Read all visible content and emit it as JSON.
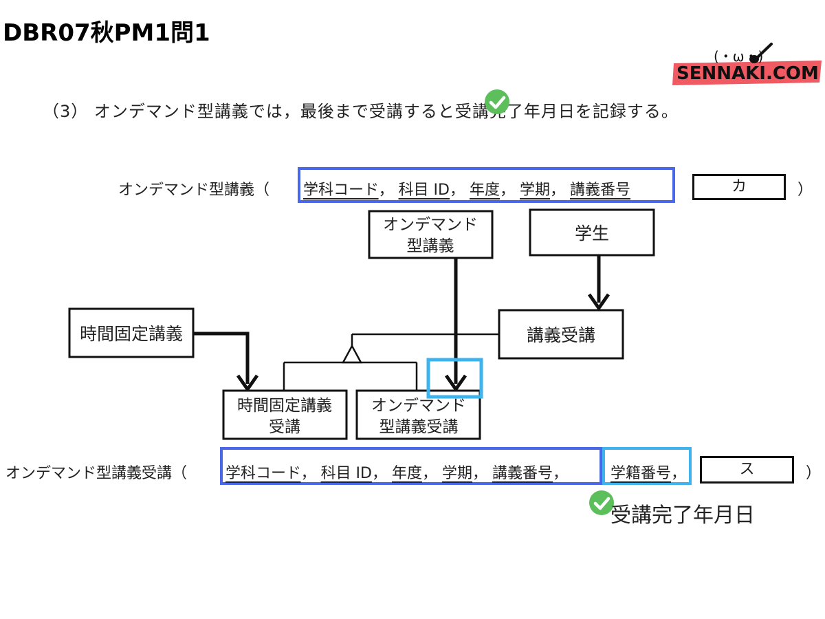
{
  "header": {
    "title": "DBR07秋PM1問1",
    "logo_face": "(・ω・)",
    "logo_text": "SENNAKI.COM"
  },
  "question": {
    "text": "（3）  オンデマンド型講義では，最後まで受講すると受講完了年月日を記録する。"
  },
  "relation_top": {
    "name": "オンデマンド型講義（",
    "attrs": [
      "学科コード",
      "科目 ID",
      "年度",
      "学期",
      "講義番号"
    ],
    "blank": "カ",
    "close": "）"
  },
  "relation_bottom": {
    "name": "オンデマンド型講義受講（",
    "attrs": [
      "学科コード",
      "科目 ID",
      "年度",
      "学期",
      "講義番号"
    ],
    "extra_attr": "学籍番号",
    "blank": "ス",
    "close": "）"
  },
  "annotation": {
    "handwritten": "受講完了年月日"
  },
  "diagram": {
    "entities": {
      "ondemand_lecture_line1": "オンデマンド",
      "ondemand_lecture_line2": "型講義",
      "student": "学生",
      "lecture_enrollment": "講義受講",
      "fixed_time_lecture": "時間固定講義",
      "fixed_time_enrollment_line1": "時間固定講義",
      "fixed_time_enrollment_line2": "受講",
      "ondemand_enrollment_line1": "オンデマンド",
      "ondemand_enrollment_line2": "型講義受講"
    }
  },
  "colors": {
    "box_blue": "#4a67e8",
    "box_lightblue": "#3eb4ef",
    "logo_red": "#f05a63",
    "check_green": "#5cbf5c"
  }
}
